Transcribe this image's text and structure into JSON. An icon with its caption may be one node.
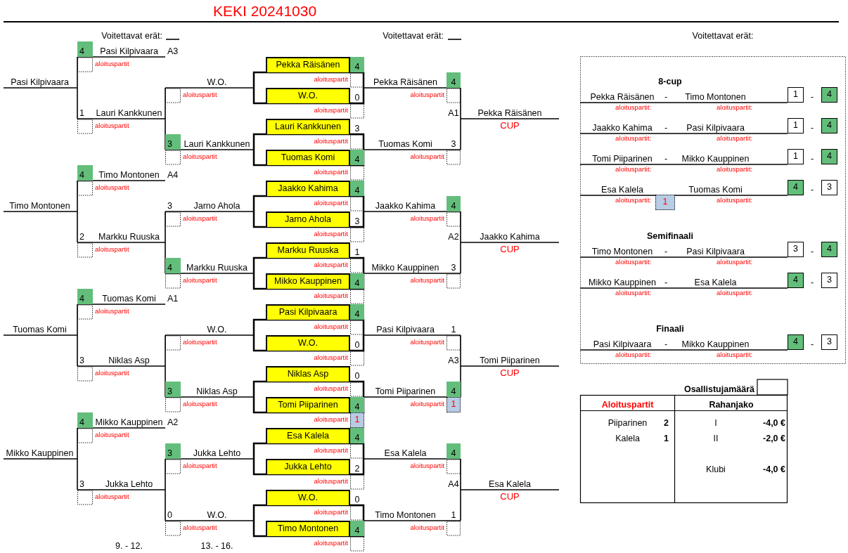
{
  "diagram": {
    "title": "KEKI 20241030",
    "labels": [
      "Voitettavat erät:",
      "Voitettavat erät:",
      "Voitettavat erät:",
      "4",
      "Pasi Kilpivaara",
      "A3",
      "aloituspartit",
      "Pekka Räisänen",
      "4",
      "Pasi Kilpivaara",
      "W.O.",
      "aloituspartit",
      "Pekka Räisänen",
      "4",
      "aloituspartit",
      "W.O.",
      "0",
      "aloituspartit",
      "1",
      "Lauri Kankkunen",
      "aloituspartit",
      "A1",
      "Pekka Räisänen",
      "aloituspartit",
      "Lauri Kankkunen",
      "3",
      "CUP",
      "3",
      "Lauri Kankkunen",
      "aloituspartit",
      "Tuomas Komi",
      "3",
      "aloituspartit",
      "Tuomas Komi",
      "4",
      "aloituspartit",
      "4",
      "Timo Montonen",
      "A4",
      "aloituspartit",
      "aloituspartit",
      "Jaakko Kahima",
      "4",
      "Timo Montonen",
      "3",
      "Jarno Ahola",
      "aloituspartit",
      "Jaakko Kahima",
      "4",
      "aloituspartit",
      "Jarno Ahola",
      "3",
      "aloituspartit",
      "2",
      "Markku Ruuska",
      "aloituspartit",
      "A2",
      "Jaakko Kahima",
      "aloituspartit",
      "Markku Ruuska",
      "1",
      "CUP",
      "4",
      "Markku Ruuska",
      "aloituspartit",
      "Mikko Kauppinen",
      "3",
      "aloituspartit",
      "Mikko Kauppinen",
      "4",
      "aloituspartit",
      "4",
      "Tuomas Komi",
      "A1",
      "aloituspartit",
      "aloituspartit",
      "Pasi Kilpivaara",
      "4",
      "Tuomas Komi",
      "W.O.",
      "aloituspartit",
      "Pasi Kilpivaara",
      "1",
      "aloituspartit",
      "W.O.",
      "0",
      "aloituspartit",
      "3",
      "Niklas Asp",
      "aloituspartit",
      "A3",
      "Tomi Piiparinen",
      "aloituspartit",
      "Niklas Asp",
      "0",
      "CUP",
      "3",
      "Niklas Asp",
      "aloituspartit",
      "Tomi Piiparinen",
      "4",
      "aloituspartit",
      "Tomi Piiparinen",
      "4",
      "aloituspartit",
      "1",
      "4",
      "Mikko Kauppinen",
      "A2",
      "aloituspartit",
      "1",
      "aloituspartit",
      "Esa Kalela",
      "4",
      "Mikko Kauppinen",
      "3",
      "Jukka Lehto",
      "aloituspartit",
      "Esa Kalela",
      "4",
      "aloituspartit",
      "Jukka Lehto",
      "2",
      "aloituspartit",
      "3",
      "Jukka Lehto",
      "aloituspartit",
      "A4",
      "Esa Kalela",
      "aloituspartit",
      "W.O.",
      "0",
      "CUP",
      "0",
      "W.O.",
      "aloituspartit",
      "Timo Montonen",
      "1",
      "aloituspartit",
      "Timo Montonen",
      "4",
      "aloituspartit",
      "9. - 12.",
      "13. - 16.",
      "aloituspartit",
      "8-cup",
      "Pekka Räisänen",
      "-",
      "Timo Montonen",
      "1",
      "-",
      "4",
      "aloituspartit:",
      "aloituspartit:",
      "Jaakko Kahima",
      "-",
      "Pasi Kilpivaara",
      "1",
      "-",
      "4",
      "aloituspartit:",
      "aloituspartit:",
      "Tomi Piiparinen",
      "-",
      "Mikko Kauppinen",
      "1",
      "-",
      "4",
      "aloituspartit:",
      "aloituspartit:",
      "Esa Kalela",
      "Tuomas Komi",
      "4",
      "-",
      "3",
      "aloituspartit:",
      "1",
      "aloituspartit:",
      "Semifinaali",
      "Timo Montonen",
      "-",
      "Pasi Kilpivaara",
      "3",
      "-",
      "4",
      "aloituspartit:",
      "aloituspartit:",
      "Mikko Kauppinen",
      "-",
      "Esa Kalela",
      "4",
      "-",
      "3",
      "aloituspartit:",
      "aloituspartit:",
      "Finaali",
      "Pasi Kilpivaara",
      "-",
      "Mikko Kauppinen",
      "4",
      "-",
      "3",
      "aloituspartit:",
      "aloituspartit:",
      "Osallistujamäärä",
      "Aloituspartit",
      "Rahanjako",
      "Piiparinen",
      "2",
      "I",
      "-4,0 €",
      "Kalela",
      "1",
      "II",
      "-2,0 €",
      "Klubi",
      "-4,0 €"
    ]
  }
}
